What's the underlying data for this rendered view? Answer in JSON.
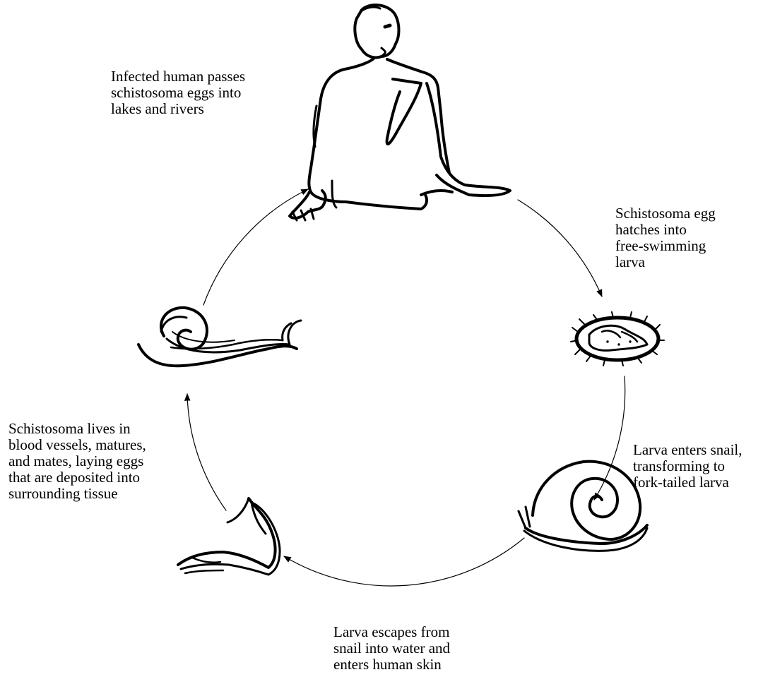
{
  "steps": [
    {
      "id": "human",
      "lines": [
        "Infected human passes",
        "schistosoma eggs into",
        "lakes and rivers"
      ]
    },
    {
      "id": "egg",
      "lines": [
        "Schistosoma egg",
        "hatches into",
        "free-swimming",
        "larva"
      ]
    },
    {
      "id": "snail",
      "lines": [
        "Larva enters snail,",
        "transforming to",
        "fork-tailed larva"
      ]
    },
    {
      "id": "larva",
      "lines": [
        "Larva escapes from",
        "snail into water and",
        "enters human skin"
      ]
    },
    {
      "id": "worm",
      "lines": [
        "Schistosoma lives in",
        "blood vessels, matures,",
        "and mates, laying eggs",
        "that are deposited into",
        "surrounding tissue"
      ]
    }
  ],
  "figures": {
    "human": "sitting-human-drawing",
    "egg": "hatching-egg-drawing",
    "snail": "snail-drawing",
    "larva": "fork-tailed-larva-drawing",
    "worm": "mating-worms-drawing"
  },
  "colors": {
    "ink": "#000000",
    "background": "#ffffff"
  }
}
